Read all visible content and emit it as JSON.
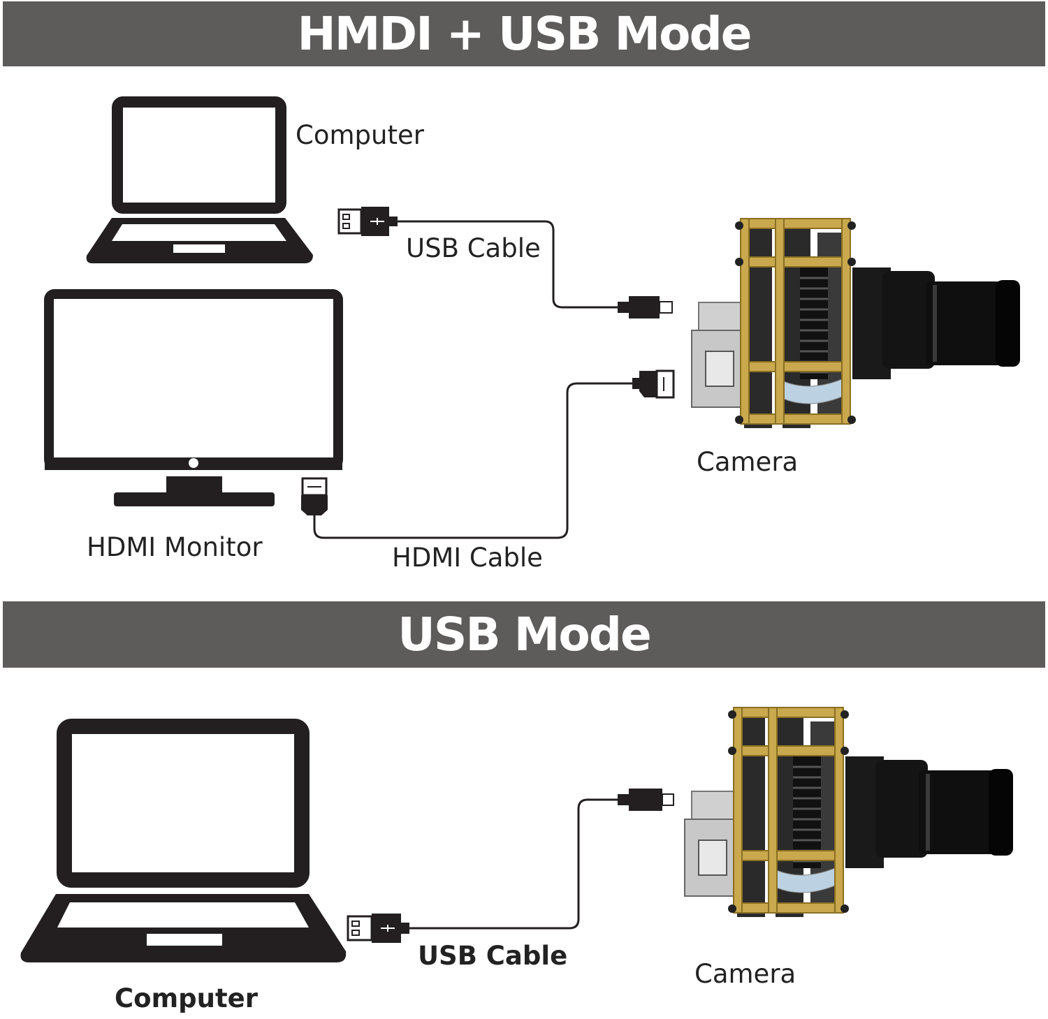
{
  "sections": [
    {
      "title": "HMDI + USB Mode",
      "labels": {
        "computer": "Computer",
        "usb_cable": "USB Cable",
        "camera": "Camera",
        "hdmi_monitor": "HDMI Monitor",
        "hdmi_cable": "HDMI Cable"
      }
    },
    {
      "title": "USB Mode",
      "labels": {
        "computer": "Computer",
        "usb_cable": "USB Cable",
        "camera": "Camera"
      }
    }
  ],
  "colors": {
    "banner": "#5e5b5b",
    "icon": "#231f20",
    "board_frame": "#b8a04a"
  }
}
